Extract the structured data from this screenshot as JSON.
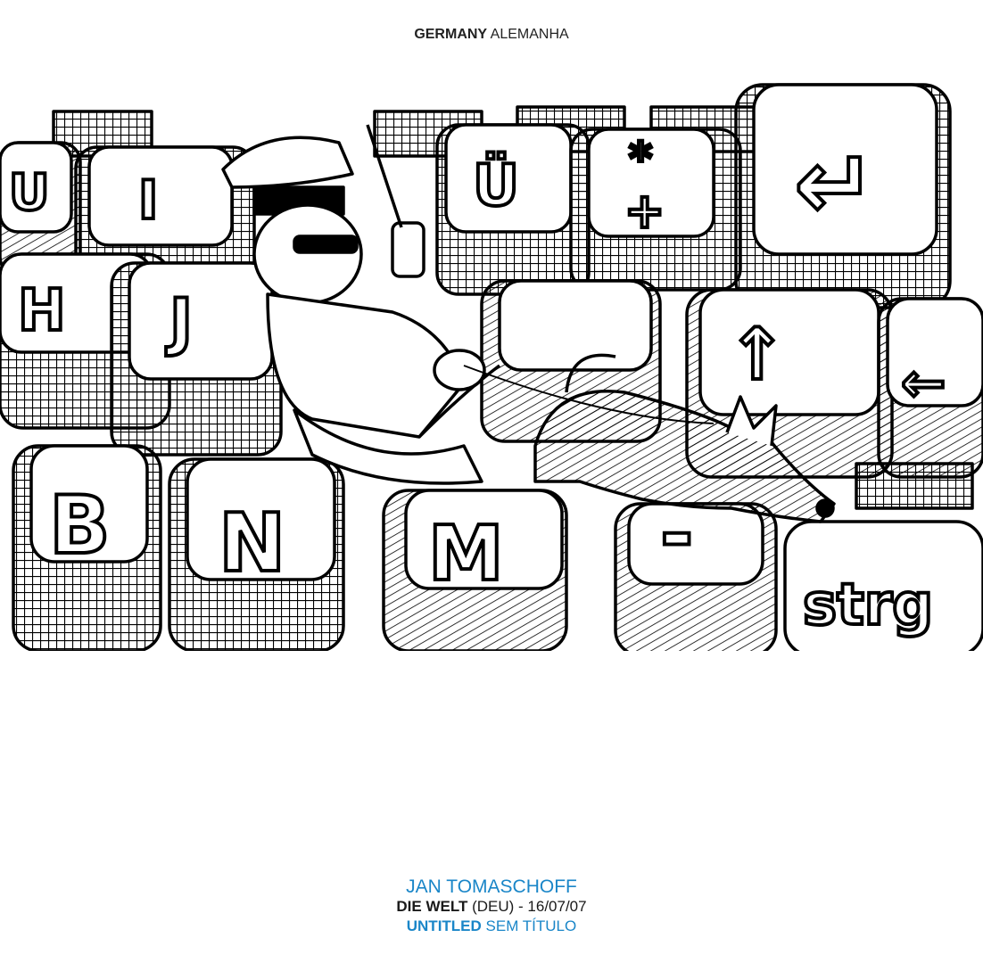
{
  "header": {
    "country": "GERMANY",
    "country_pt": "ALEMANHA"
  },
  "cartoon": {
    "keys": [
      "U",
      "I",
      "Ü",
      "*",
      "+",
      "↵",
      "H",
      "J",
      "↑",
      "←",
      "B",
      "N",
      "M",
      "-",
      "strg"
    ]
  },
  "caption": {
    "author": "JAN TOMASCHOFF",
    "publication": "DIE WELT",
    "country_code": "(DEU)",
    "date": "- 16/07/07",
    "title_en": "UNTITLED",
    "title_pt": "SEM TÍTULO"
  },
  "colors": {
    "accent": "#1a86c8",
    "text": "#1a1a1a"
  }
}
